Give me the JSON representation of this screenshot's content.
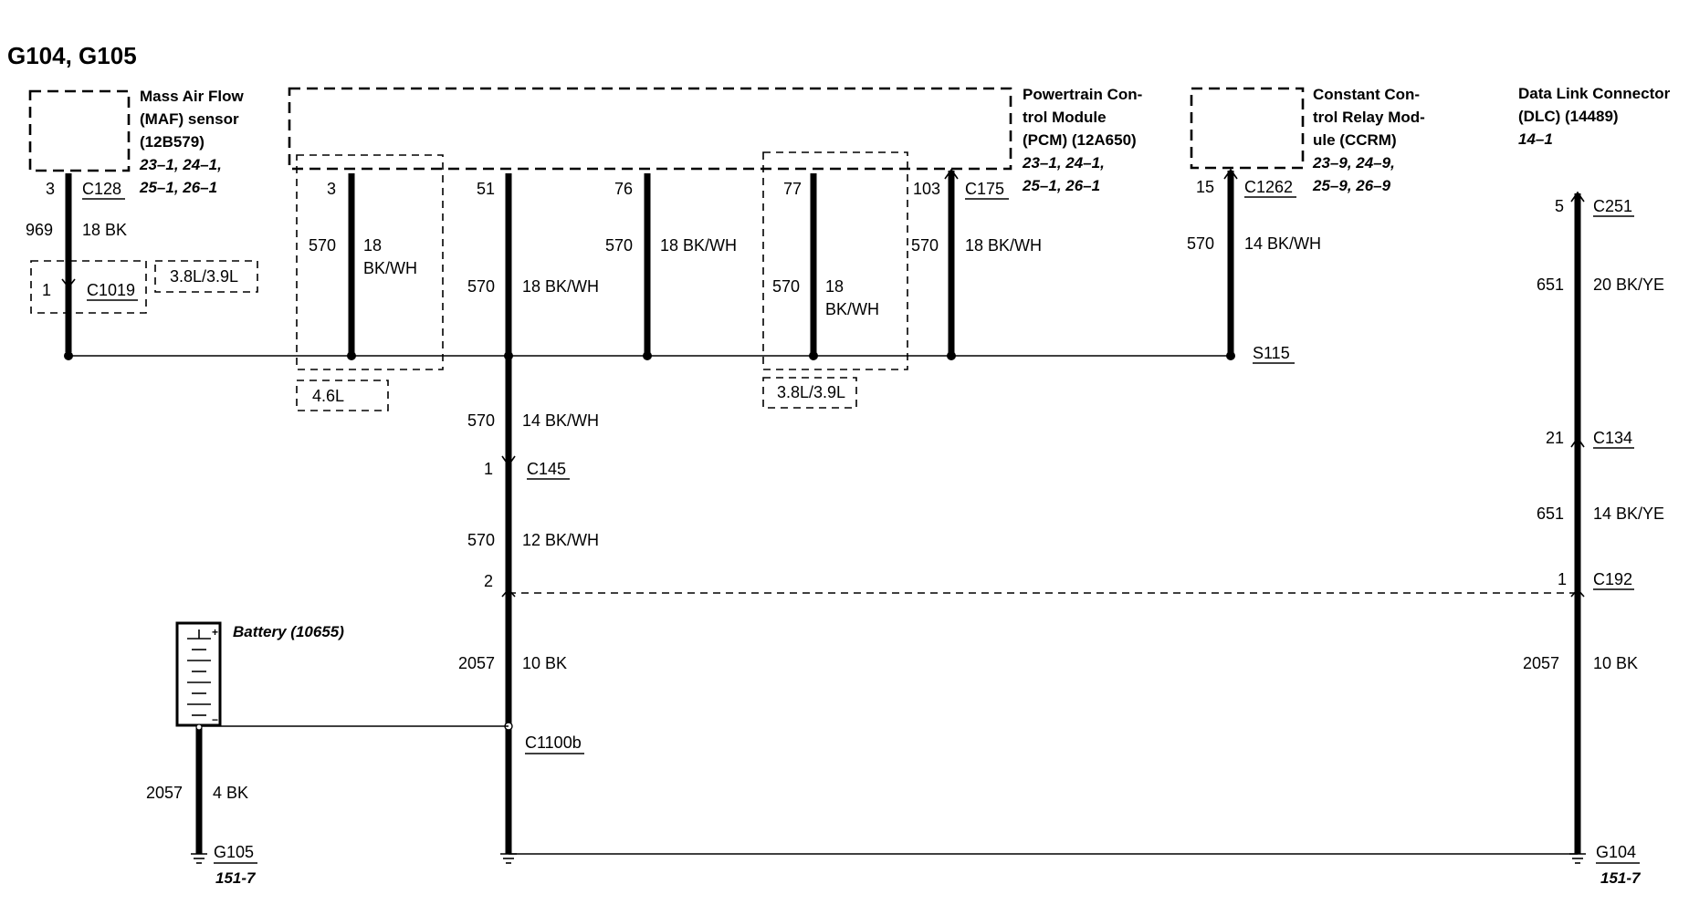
{
  "title": "G104, G105",
  "components": {
    "maf": {
      "name": [
        "Mass Air Flow",
        "(MAF) sensor",
        "(12B579)"
      ],
      "refs": [
        "23–1, 24–1,",
        "25–1, 26–1"
      ]
    },
    "pcm": {
      "name": [
        "Powertrain Con-",
        "trol Module",
        "(PCM) (12A650)"
      ],
      "refs": [
        "23–1, 24–1,",
        "25–1, 26–1"
      ]
    },
    "ccrm": {
      "name": [
        "Constant Con-",
        "trol Relay Mod-",
        "ule (CCRM)"
      ],
      "refs": [
        "23–9, 24–9,",
        "25–9, 26–9"
      ]
    },
    "dlc": {
      "name": [
        "Data Link Connector",
        "(DLC) (14489)"
      ],
      "refs": [
        "14–1"
      ]
    },
    "battery": {
      "name": "Battery (10655)",
      "plus": "+",
      "minus": "−"
    }
  },
  "maf_branch": {
    "pin": "3",
    "connector": "C128",
    "circuit": "969",
    "wire": "18 BK",
    "inline_pin": "1",
    "inline_connector": "C1019",
    "engine_option": "3.8L/3.9L"
  },
  "pcm_branches": [
    {
      "pin": "3",
      "circuit": "570",
      "wire": [
        "18",
        "BK/WH"
      ],
      "option": "4.6L"
    },
    {
      "pin": "51",
      "circuit": "570",
      "wire": [
        "18 BK/WH"
      ]
    },
    {
      "pin": "76",
      "circuit": "570",
      "wire": [
        "18 BK/WH"
      ]
    },
    {
      "pin": "77",
      "circuit": "570",
      "wire": [
        "18",
        "BK/WH"
      ],
      "option": "3.8L/3.9L"
    },
    {
      "pin": "103",
      "circuit": "570",
      "wire": [
        "18 BK/WH"
      ],
      "connector": "C175"
    }
  ],
  "ccrm_branch": {
    "pin": "15",
    "connector": "C1262",
    "circuit": "570",
    "wire": "14 BK/WH"
  },
  "splice": "S115",
  "main_trunk": {
    "seg1": {
      "circuit": "570",
      "wire": "14 BK/WH"
    },
    "c145": {
      "pin": "1",
      "connector": "C145"
    },
    "seg2": {
      "circuit": "570",
      "wire": "12 BK/WH"
    },
    "c192_pin": "2",
    "seg3": {
      "circuit": "2057",
      "wire": "10 BK"
    },
    "junction": "C1100b"
  },
  "battery_ground": {
    "circuit": "2057",
    "wire": "4 BK",
    "ground": "G105",
    "ref": "151-7"
  },
  "dlc_branch": {
    "c251": {
      "pin": "5",
      "connector": "C251"
    },
    "seg1": {
      "circuit": "651",
      "wire": "20 BK/YE"
    },
    "c134": {
      "pin": "21",
      "connector": "C134"
    },
    "seg2": {
      "circuit": "651",
      "wire": "14 BK/YE"
    },
    "c192": {
      "pin": "1",
      "connector": "C192"
    },
    "seg3": {
      "circuit": "2057",
      "wire": "10 BK"
    },
    "ground": "G104",
    "ref": "151-7"
  }
}
